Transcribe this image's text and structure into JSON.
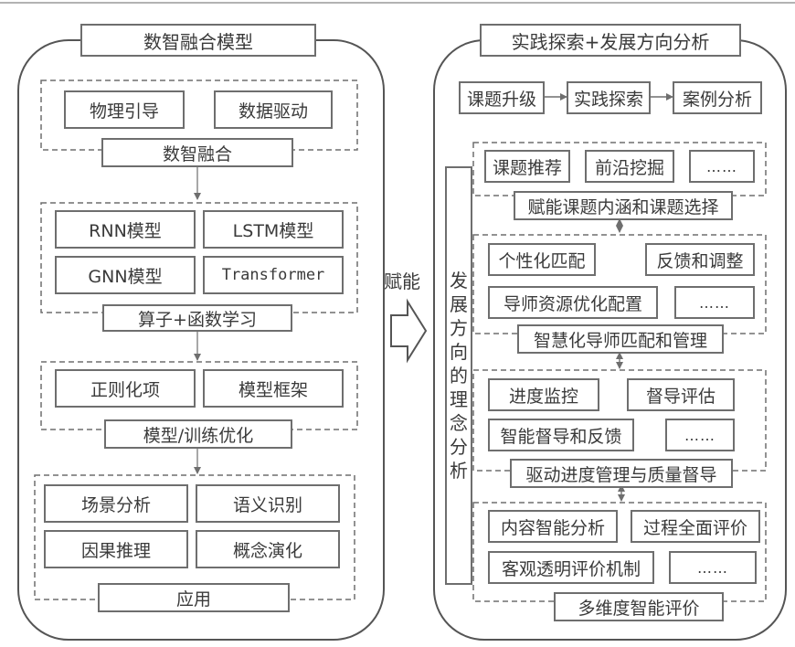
{
  "left_panel": {
    "title": "数智融合模型",
    "group1": {
      "items": [
        "物理引导",
        "数据驱动"
      ],
      "label": "数智融合"
    },
    "group2": {
      "items": [
        "RNN模型",
        "LSTM模型",
        "GNN模型",
        "Transformer"
      ],
      "label": "算子+函数学习"
    },
    "group3": {
      "items": [
        "正则化项",
        "模型框架"
      ],
      "label": "模型/训练优化"
    },
    "group4": {
      "items": [
        "场景分析",
        "语义识别",
        "因果推理",
        "概念演化"
      ],
      "label": "应用"
    }
  },
  "connector": {
    "label": "赋能"
  },
  "right_panel": {
    "title": "实践探索+发展方向分析",
    "flow": [
      "课题升级",
      "实践探索",
      "案例分析"
    ],
    "side_label": [
      "发",
      "展",
      "方",
      "向",
      "的",
      "理",
      "念",
      "分",
      "析"
    ],
    "group1": {
      "items": [
        "课题推荐",
        "前沿挖掘",
        "……"
      ],
      "label": "赋能课题内涵和课题选择"
    },
    "group2": {
      "items": [
        "个性化匹配",
        "反馈和调整",
        "导师资源优化配置",
        "……"
      ],
      "label": "智慧化导师匹配和管理"
    },
    "group3": {
      "items": [
        "进度监控",
        "督导评估",
        "智能督导和反馈",
        "……"
      ],
      "label": "驱动进度管理与质量督导"
    },
    "group4": {
      "items": [
        "内容智能分析",
        "过程全面评价",
        "客观透明评价机制",
        "……"
      ],
      "label": "多维度智能评价"
    }
  },
  "colors": {
    "line": "#6e6e6e",
    "text": "#3a3a3a"
  }
}
